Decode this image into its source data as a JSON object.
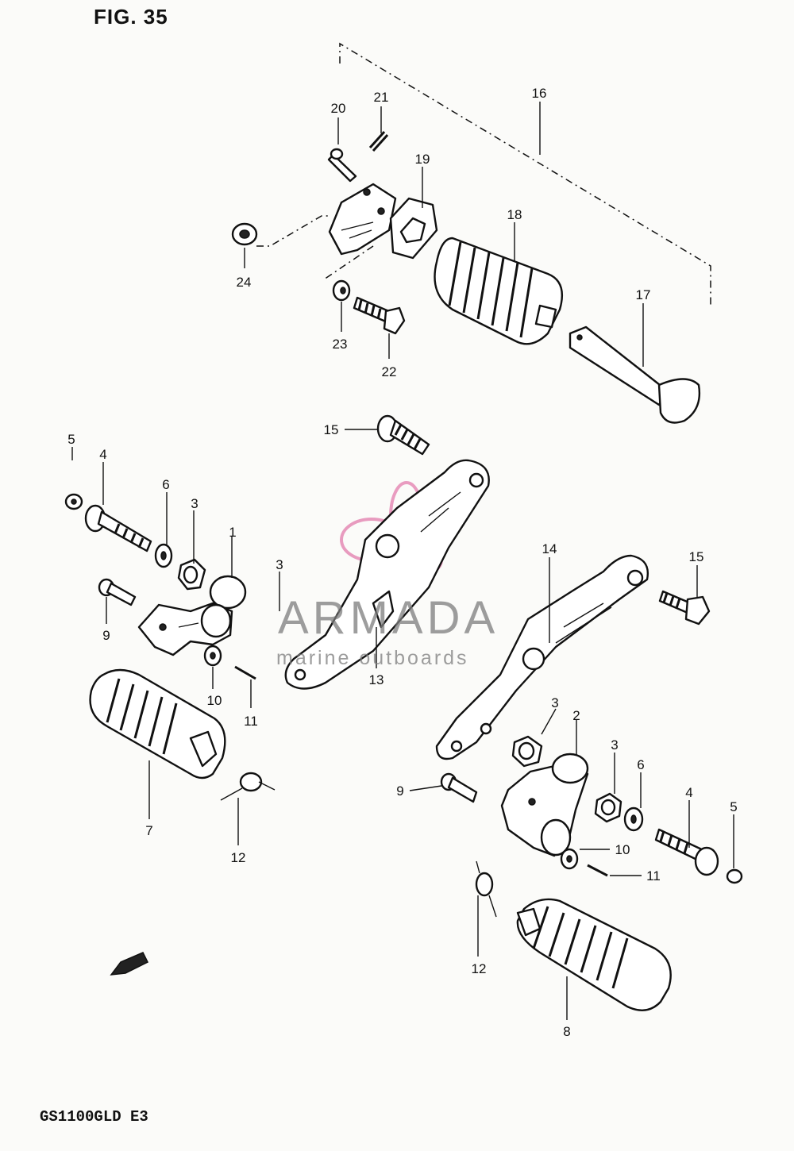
{
  "figure": {
    "title": "FIG. 35",
    "model_code": "GS1100GLD E3"
  },
  "watermark": {
    "brand": "ARMADA",
    "tagline": "marine outboards",
    "accent_color": "#e58bb6"
  },
  "callouts": {
    "n1": "1",
    "n2": "2",
    "n3a": "3",
    "n3b": "3",
    "n3c": "3",
    "n3d": "3",
    "n4a": "4",
    "n4b": "4",
    "n5a": "5",
    "n5b": "5",
    "n6a": "6",
    "n6b": "6",
    "n7": "7",
    "n8": "8",
    "n9a": "9",
    "n9b": "9",
    "n10a": "10",
    "n10b": "10",
    "n11a": "11",
    "n11b": "11",
    "n12a": "12",
    "n12b": "12",
    "n13": "13",
    "n14": "14",
    "n15a": "15",
    "n15b": "15",
    "n16": "16",
    "n17": "17",
    "n18": "18",
    "n19": "19",
    "n20": "20",
    "n21": "21",
    "n22": "22",
    "n23": "23",
    "n24": "24"
  }
}
